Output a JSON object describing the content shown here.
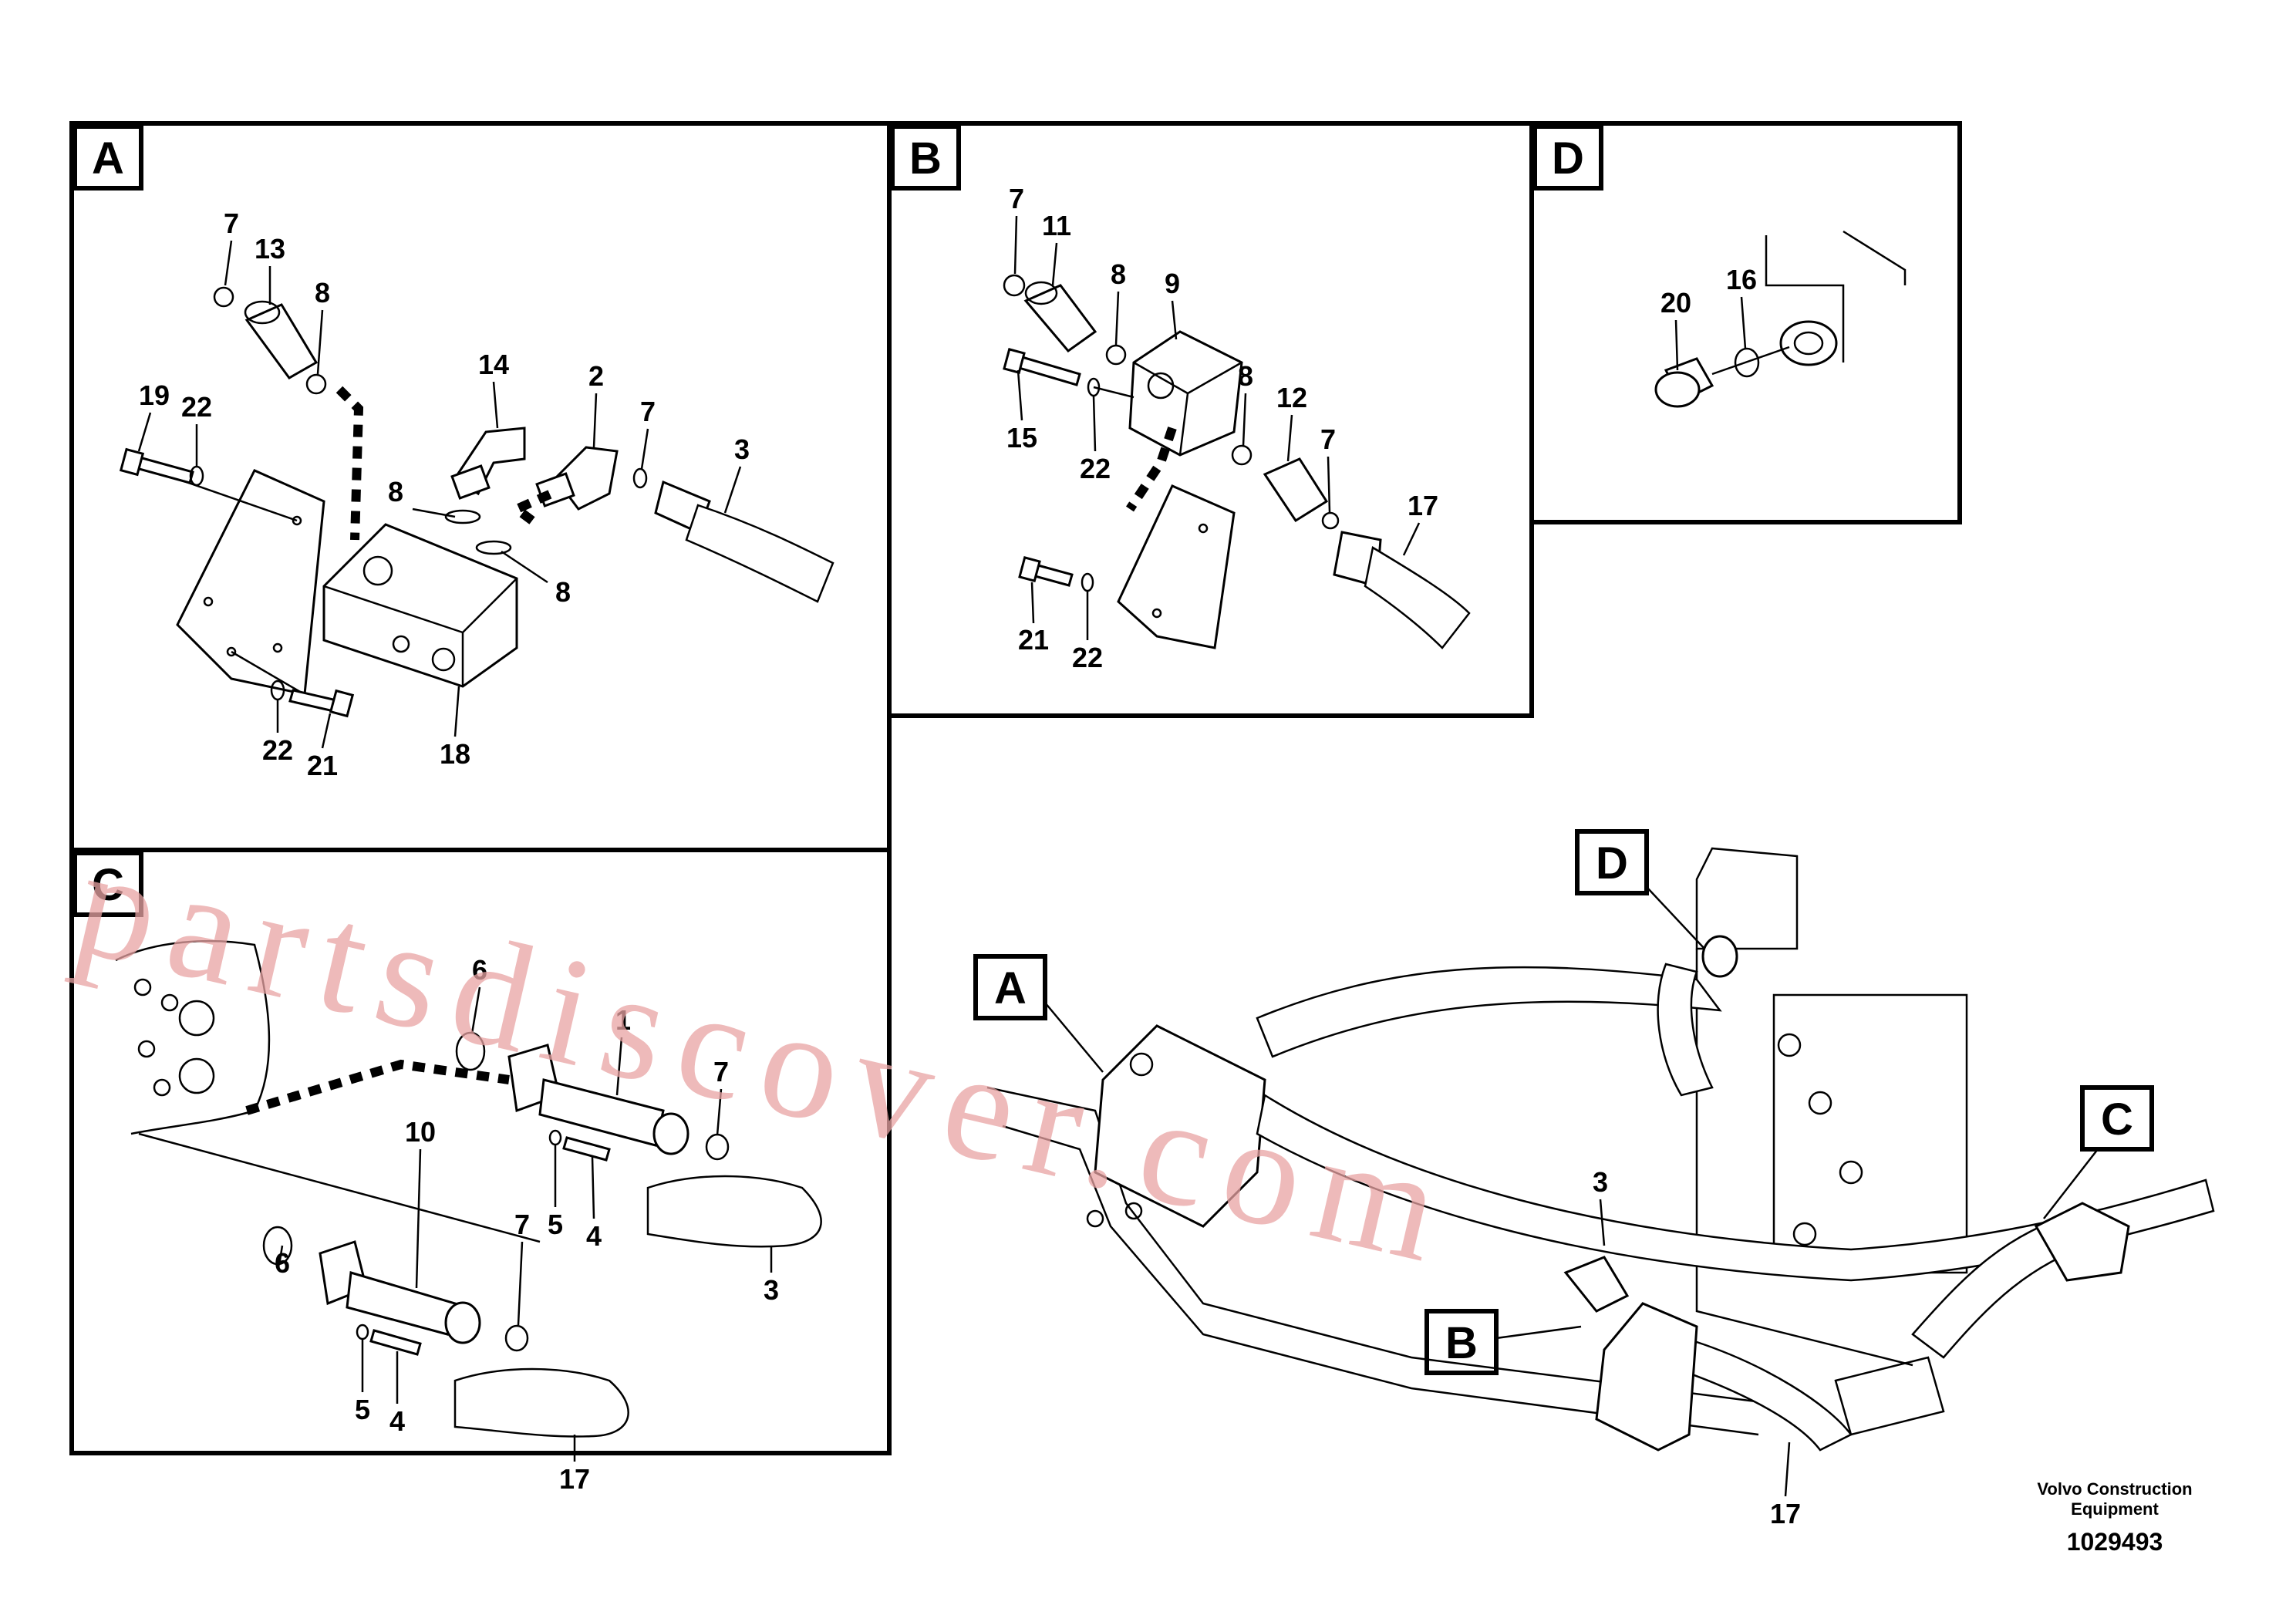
{
  "panels": {
    "A": {
      "letter": "A",
      "callouts": [
        "7",
        "13",
        "8",
        "19",
        "22",
        "14",
        "2",
        "7",
        "3",
        "8",
        "8",
        "22",
        "21",
        "18"
      ]
    },
    "B": {
      "letter": "B",
      "callouts": [
        "7",
        "11",
        "8",
        "9",
        "15",
        "22",
        "8",
        "12",
        "7",
        "17",
        "21",
        "22"
      ]
    },
    "C": {
      "letter": "C",
      "callouts": [
        "6",
        "1",
        "7",
        "10",
        "6",
        "5",
        "4",
        "7",
        "5",
        "4",
        "3",
        "17"
      ]
    },
    "D": {
      "letter": "D",
      "callouts": [
        "20",
        "16"
      ]
    }
  },
  "overview": {
    "markers": [
      "D",
      "A",
      "B",
      "C"
    ],
    "callouts": [
      "3",
      "17"
    ]
  },
  "footer": {
    "credit_line1": "Volvo Construction",
    "credit_line2": "Equipment",
    "doc_number": "1029493"
  },
  "watermark": "partsdiscover.com",
  "colors": {
    "line": "#000000",
    "watermark": "#e8a3a3",
    "background": "#ffffff"
  }
}
